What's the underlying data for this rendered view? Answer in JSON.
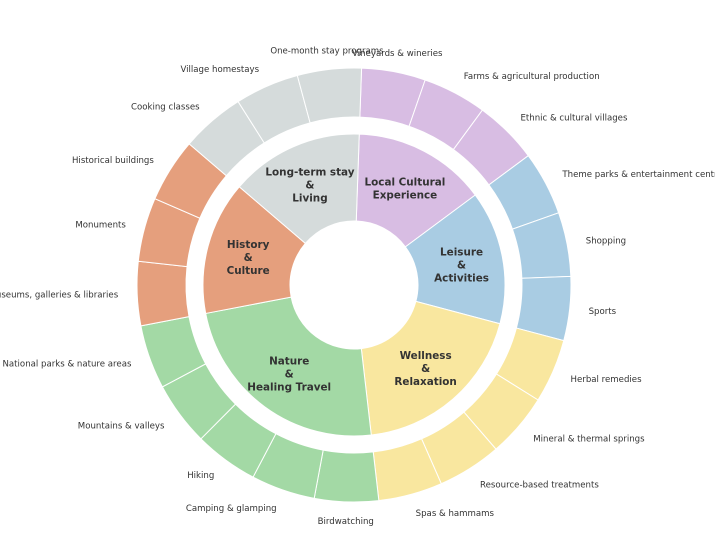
{
  "categories": [
    {
      "name": "Local Cultural Experience",
      "label_lines": [
        "Local Cultural",
        "Experience"
      ],
      "color": "#d8bde3",
      "items": [
        "Vineyards & wineries",
        "Farms & agricultural production",
        "Ethnic & cultural villages"
      ]
    },
    {
      "name": "Leisure & Activities",
      "label_lines": [
        "Leisure",
        "&",
        "Activities"
      ],
      "color": "#a9cce3",
      "items": [
        "Theme parks & entertainment centres",
        "Shopping",
        "Sports"
      ]
    },
    {
      "name": "Wellness & Relaxation",
      "label_lines": [
        "Wellness",
        "&",
        "Relaxation"
      ],
      "color": "#f9e79f",
      "items": [
        "Herbal remedies",
        "Mineral & thermal springs",
        "Resource-based treatments",
        "Spas & hammams"
      ]
    },
    {
      "name": "Nature & Healing Travel",
      "label_lines": [
        "Nature",
        "&",
        "Healing Travel"
      ],
      "color": "#a3d9a5",
      "items": [
        "Birdwatching",
        "Camping & glamping",
        "Hiking",
        "Mountains & valleys",
        "National parks & nature areas"
      ]
    },
    {
      "name": "History & Culture",
      "label_lines": [
        "History",
        "&",
        "Culture"
      ],
      "color": "#e59f7d",
      "items": [
        "Museums, galleries & libraries",
        "Monuments",
        "Historical buildings"
      ]
    },
    {
      "name": "Long-term stay & Living",
      "label_lines": [
        "Long-term stay",
        "&",
        "Living"
      ],
      "color": "#d5dbdb",
      "items": [
        "Cooking classes",
        "Village homestays",
        "One-month stay programs"
      ]
    }
  ]
}
